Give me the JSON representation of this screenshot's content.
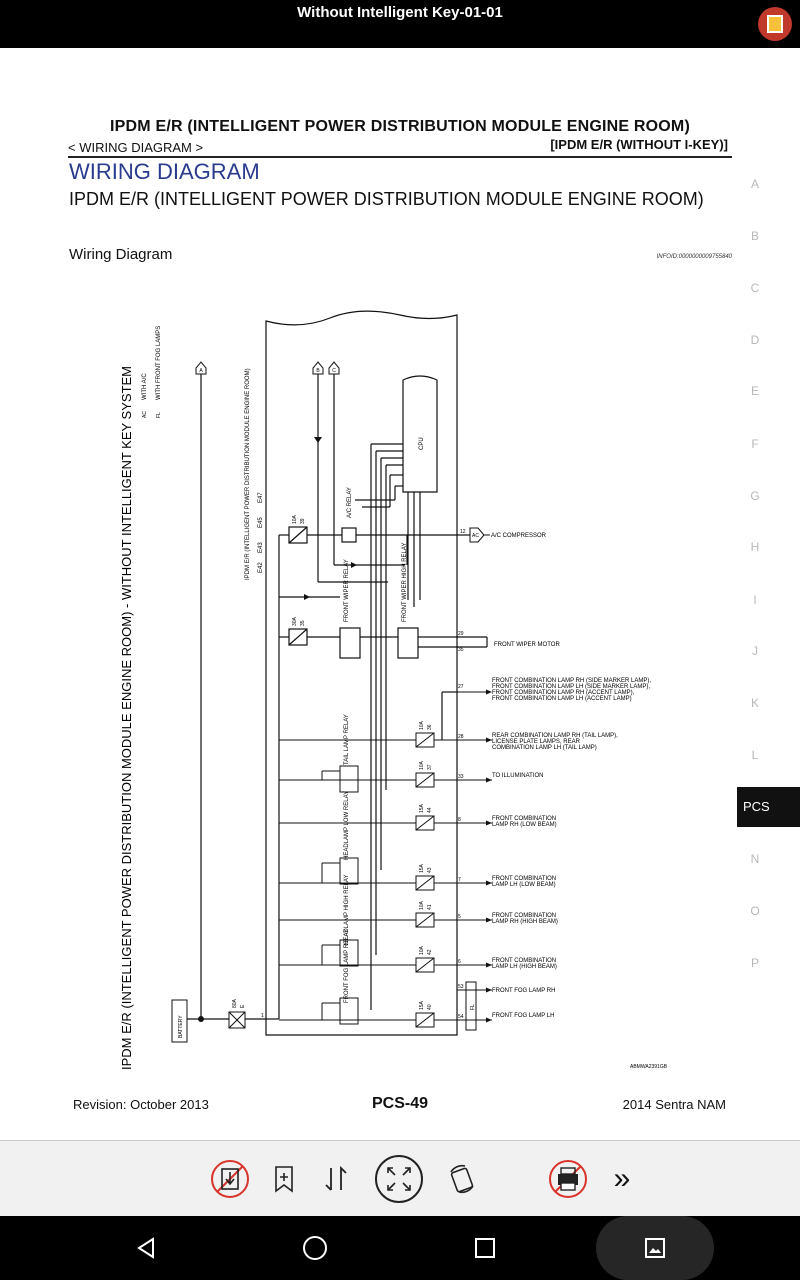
{
  "window": {
    "title": "Without Intelligent Key-01-01"
  },
  "header": {
    "main": "IPDM E/R (INTELLIGENT POWER DISTRIBUTION MODULE ENGINE ROOM)",
    "breadcrumb": "< WIRING DIAGRAM >",
    "variant": "[IPDM E/R (WITHOUT I-KEY)]"
  },
  "content": {
    "section_title": "WIRING DIAGRAM",
    "subsection": "IPDM E/R (INTELLIGENT POWER DISTRIBUTION MODULE ENGINE ROOM)",
    "label": "Wiring Diagram",
    "info_id": "INFOID:0000000009755840"
  },
  "diagram": {
    "vertical_title": "IPDM E/R (INTELLIGENT POWER DISTRIBUTION MODULE ENGINE ROOM) - WITHOUT INTELLIGENT KEY SYSTEM",
    "legend_ac": "WITH A/C",
    "legend_fl": "WITH FRONT FOG LAMPS",
    "legend_ac_tag": "AC",
    "legend_fl_tag": "FL",
    "module_label": "IPDM E/R (INTELLIGENT POWER DISTRIBUTION MODULE ENGINE ROOM)",
    "connectors": [
      "E42",
      "E43",
      "E45",
      "E47"
    ],
    "cpu": "CPU",
    "battery": "BATTERY",
    "fuse_main": "80A",
    "fuse_main_id": "E",
    "ac_relay": "A/C RELAY",
    "fw_relay": "FRONT WIPER RELAY",
    "fwh_relay": "FRONT WIPER HIGH RELAY",
    "tail_relay": "TAIL LAMP RELAY",
    "hl_low_relay": "HEADLAMP LOW RELAY",
    "hl_high_relay": "HEADLAMP HIGH RELAY",
    "fog_relay": "FRONT FOG LAMP RELAY",
    "fuse_ac": "10A",
    "fuse_ac_no": "39",
    "fuse_wiper": "30A",
    "fuse_wiper_no": "35",
    "fuses": [
      {
        "amp": "10A",
        "no": "36"
      },
      {
        "amp": "10A",
        "no": "37"
      },
      {
        "amp": "15A",
        "no": "44"
      },
      {
        "amp": "15A",
        "no": "43"
      },
      {
        "amp": "10A",
        "no": "41"
      },
      {
        "amp": "10A",
        "no": "42"
      },
      {
        "amp": "15A",
        "no": "40"
      }
    ],
    "term_ac": "12",
    "out_ac": "A/C COMPRESSOR",
    "term_w1": "29",
    "term_w2": "35",
    "out_wiper": "FRONT WIPER MOTOR",
    "term_27": "27",
    "out_27": [
      "FRONT COMBINATION LAMP RH (SIDE MARKER LAMP),",
      "FRONT COMBINATION LAMP LH (SIDE MARKER LAMP),",
      "FRONT COMBINATION LAMP RH (ACCENT LAMP),",
      "FRONT COMBINATION LAMP LH (ACCENT LAMP)"
    ],
    "term_28": "28",
    "out_28": [
      "REAR COMBINATION LAMP RH (TAIL LAMP),",
      "LICENSE PLATE LAMPS, REAR",
      "COMBINATION LAMP LH (TAIL LAMP)"
    ],
    "term_33": "33",
    "out_33": "TO ILLUMINATION",
    "term_8": "8",
    "out_8": [
      "FRONT COMBINATION",
      "LAMP RH (LOW BEAM)"
    ],
    "term_7": "7",
    "out_7": [
      "FRONT COMBINATION",
      "LAMP LH (LOW BEAM)"
    ],
    "term_5": "5",
    "out_5": [
      "FRONT COMBINATION",
      "LAMP RH (HIGH BEAM)"
    ],
    "term_6": "6",
    "out_6": [
      "FRONT COMBINATION",
      "LAMP LH (HIGH BEAM)"
    ],
    "term_53": "53",
    "out_53": "FRONT FOG LAMP RH",
    "term_54": "54",
    "out_54": "FRONT FOG LAMP LH",
    "fl_tag": "FL",
    "ac_tag": "AC",
    "term_1": "1",
    "marker_a": "A",
    "marker_b": "B",
    "marker_c": "C",
    "code": "ABMWA2391GB"
  },
  "side_index": [
    "A",
    "B",
    "C",
    "D",
    "E",
    "F",
    "G",
    "H",
    "I",
    "J",
    "K",
    "L",
    "PCS",
    "N",
    "O",
    "P"
  ],
  "active_index": "PCS",
  "footer": {
    "revision": "Revision: October 2013",
    "page": "PCS-49",
    "model": "2014 Sentra NAM"
  },
  "toolbar": {
    "icons": [
      "save-disabled-icon",
      "bookmark-add-icon",
      "sort-icon",
      "fit-screen-icon",
      "rotate-icon",
      "print-disabled-icon",
      "more-icon"
    ],
    "more_label": "»"
  },
  "colors": {
    "accent_title": "#2a3b8f",
    "disabled_red": "#d9342b",
    "black": "#000000"
  }
}
